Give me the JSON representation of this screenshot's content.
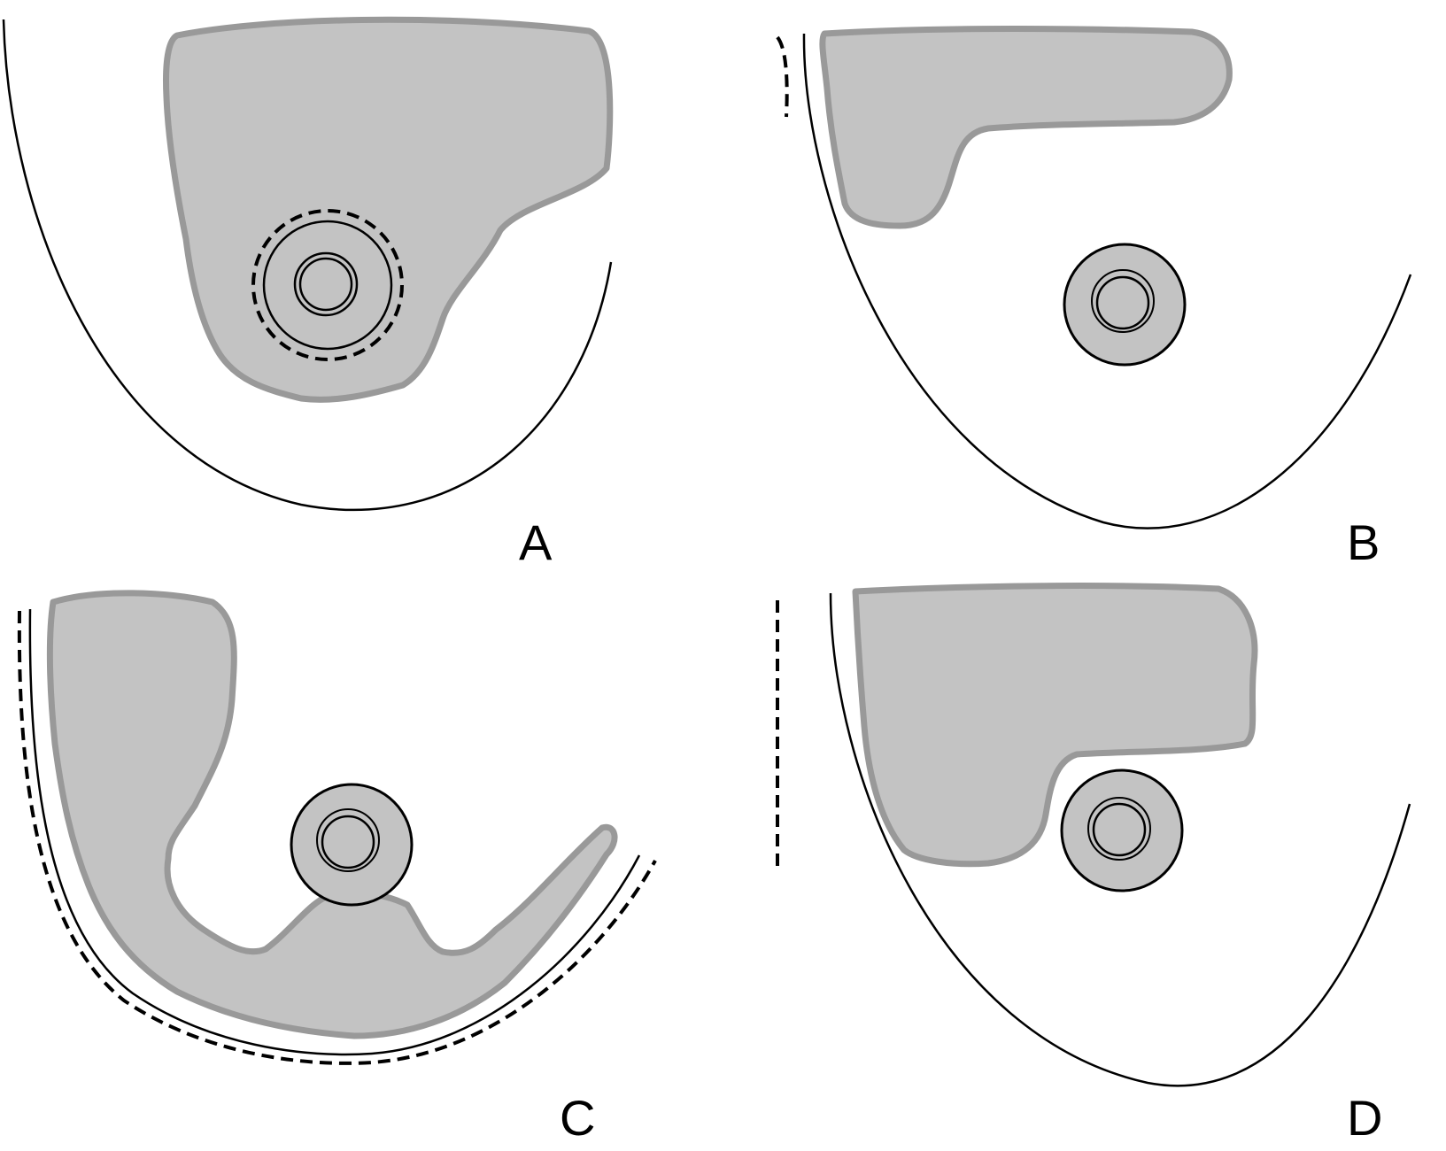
{
  "panels": [
    {
      "id": "A",
      "label": "A"
    },
    {
      "id": "B",
      "label": "B"
    },
    {
      "id": "C",
      "label": "C"
    },
    {
      "id": "D",
      "label": "D"
    }
  ],
  "colors": {
    "region_fill": "#c3c3c3",
    "region_edge": "#999999",
    "line": "#000000",
    "background": "#ffffff"
  }
}
